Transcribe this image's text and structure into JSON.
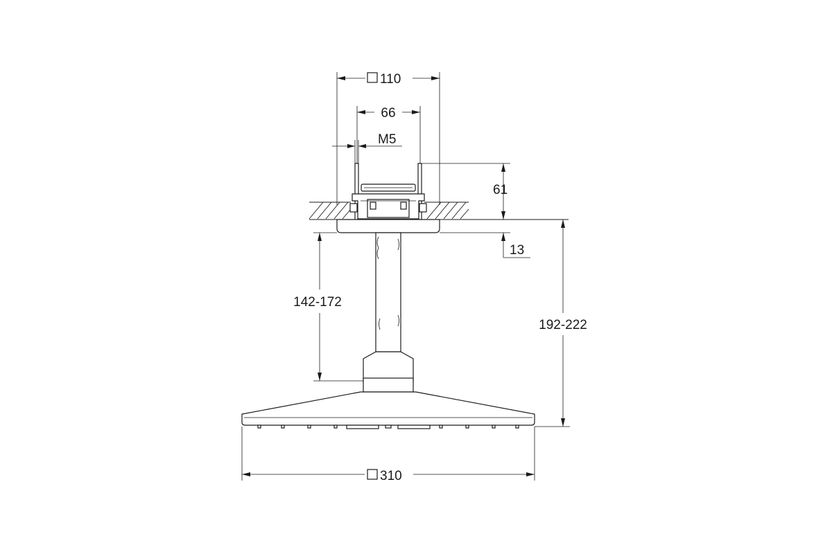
{
  "dimensions": {
    "flange_square": "110",
    "bolt_spacing": "66",
    "thread": "M5",
    "box_height": "61",
    "flange_depth": "13",
    "arm_length": "142-172",
    "total_drop": "192-222",
    "head_square": "310"
  },
  "colors": {
    "line": "#1a1a1a",
    "background": "#ffffff"
  }
}
